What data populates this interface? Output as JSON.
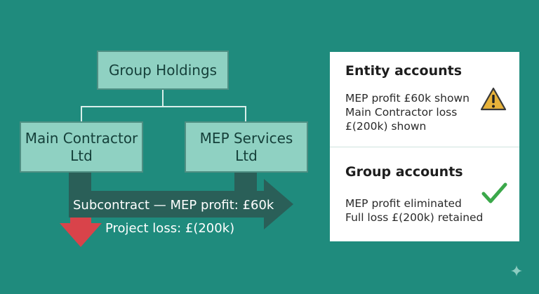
{
  "org_chart": {
    "parent": {
      "label": "Group Holdings"
    },
    "subsidiaries": [
      {
        "id": "main",
        "label": "Main Contractor\nLtd"
      },
      {
        "id": "mep",
        "label": "MEP Services\nLtd"
      }
    ]
  },
  "flows": {
    "subcontract_label": "Subcontract — MEP profit: £60k",
    "loss_label": "Project loss: £(200k)"
  },
  "accounts": {
    "entity": {
      "title": "Entity accounts",
      "lines": [
        "MEP profit £60k shown",
        "Main Contractor loss",
        "£(200k) shown"
      ],
      "icon": "warning-icon"
    },
    "group": {
      "title": "Group accounts",
      "lines": [
        "MEP profit eliminated",
        "Full loss £(200k) retained"
      ],
      "icon": "check-icon"
    }
  },
  "colors": {
    "background": "#1f8b7d",
    "node_fill": "#8fd1c2",
    "node_border": "#4f8f83",
    "flow_arrow": "#2a5f58",
    "loss_arrow": "#d9434a",
    "warning": "#e8b33a",
    "check": "#3ba84a"
  }
}
